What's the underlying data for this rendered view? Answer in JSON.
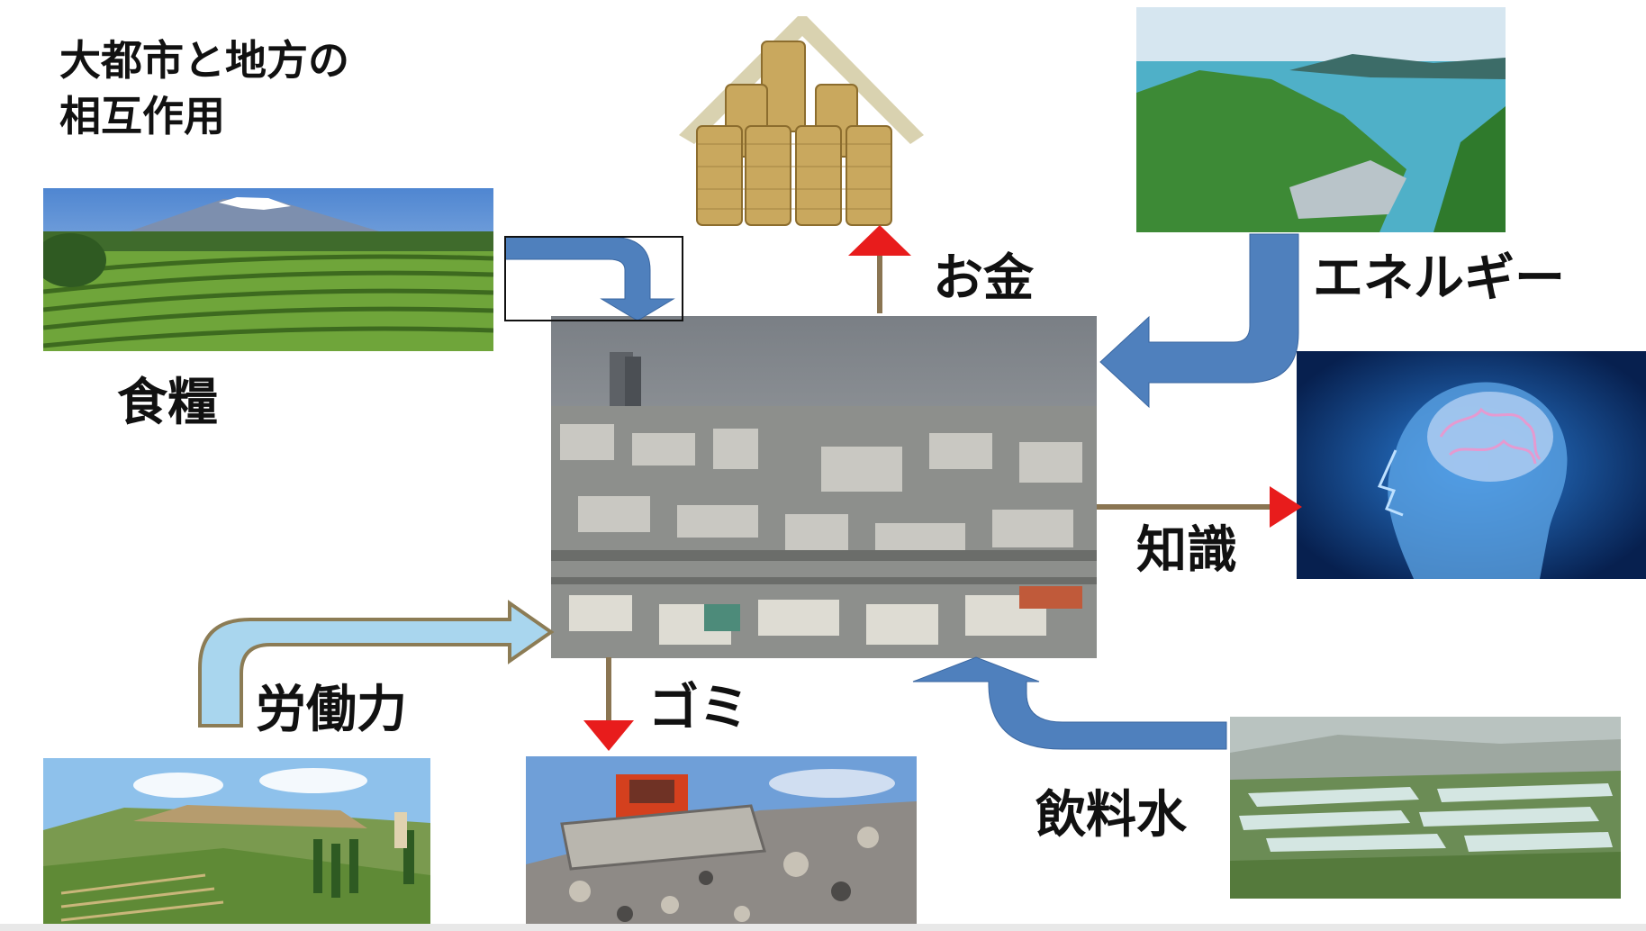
{
  "title": {
    "line1": "大都市と地方の",
    "line2": "相互作用"
  },
  "labels": {
    "food": "食糧",
    "money": "お金",
    "energy": "エネルギー",
    "knowledge": "知識",
    "labor": "労働力",
    "garbage": "ゴミ",
    "water": "飲料水"
  },
  "colors": {
    "blue_arrow": "#4f80bd",
    "blue_arrow_edge": "#3a66a0",
    "light_blue_arrow": "#a9d6ee",
    "labor_arrow_edge": "#8c7c55",
    "thin_arrow_line": "#8a7552",
    "thin_arrow_head": "#e81c1c"
  },
  "icons": {
    "food": "tea-field-mount-fuji-photo",
    "money": "coin-stack-house-photo",
    "energy": "coastal-hills-photo",
    "knowledge": "brain-head-photo",
    "city": "city-skyline-photo",
    "labor": "hilltop-village-photo",
    "garbage": "landfill-bulldozer-photo",
    "water": "rice-terraces-photo"
  }
}
